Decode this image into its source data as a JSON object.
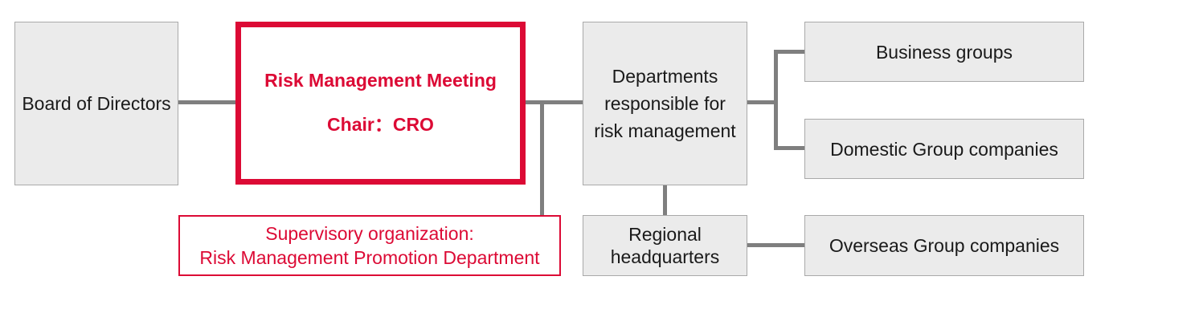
{
  "colors": {
    "accent": "#dc0a35",
    "box_fill": "#ebebeb",
    "box_border": "#a9a9a9",
    "connector": "#7f7f7f"
  },
  "nodes": {
    "board": "Board of Directors",
    "meeting_title": "Risk Management Meeting",
    "meeting_chair": "Chair：CRO",
    "supervisory_line1": "Supervisory organization:",
    "supervisory_line2": "Risk Management Promotion Department",
    "departments_line1": "Departments",
    "departments_line2": "responsible for",
    "departments_line3": "risk management",
    "regional_line1": "Regional",
    "regional_line2": "headquarters",
    "business_groups": "Business groups",
    "domestic": "Domestic Group companies",
    "overseas": "Overseas Group companies"
  }
}
